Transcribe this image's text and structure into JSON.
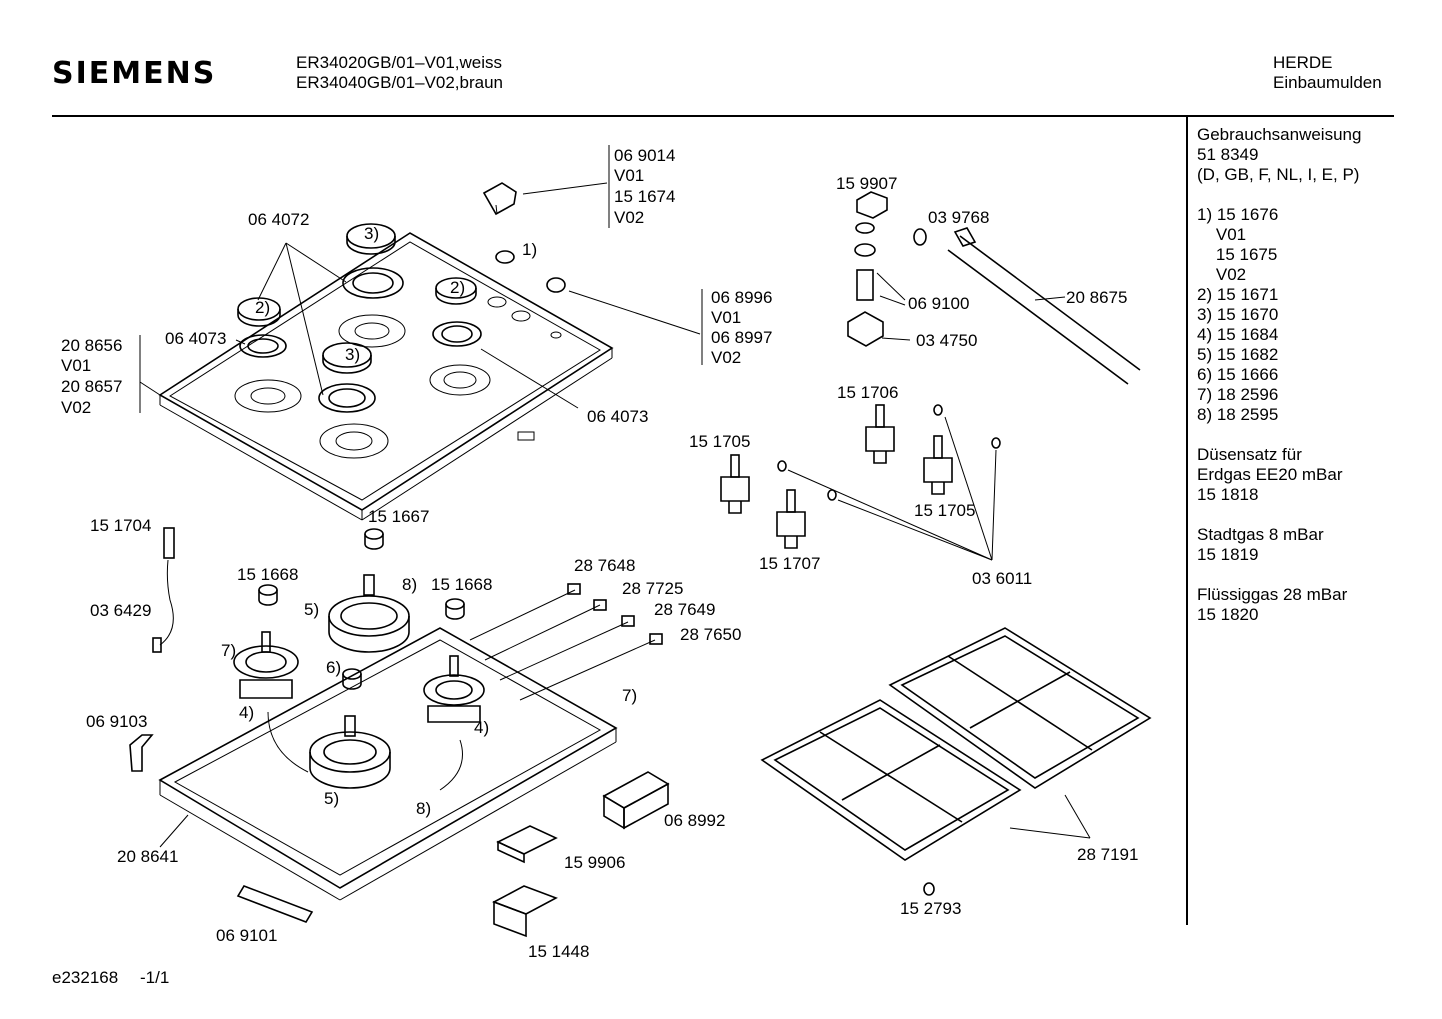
{
  "header": {
    "brand": "SIEMENS",
    "model_line_1": "ER34020GB/01–V01,weiss",
    "model_line_2": "ER34040GB/01–V02,braun",
    "category_line_1": "HERDE",
    "category_line_2": "Einbaumulden"
  },
  "footer": {
    "doc_id": "e232168",
    "page": "-1/1"
  },
  "sidebar": {
    "lines": [
      "Gebrauchsanweisung",
      "51 8349",
      "(D, GB, F, NL, I, E, P)",
      "",
      "1) 15 1676",
      "    V01",
      "    15 1675",
      "    V02",
      "2) 15 1671",
      "3) 15 1670",
      "4) 15 1684",
      "5) 15 1682",
      "6) 15 1666",
      "7) 18 2596",
      "8) 18 2595",
      "",
      "Düsensatz für",
      "Erdgas EE20 mBar",
      "15 1818",
      "",
      "Stadtgas 8 mBar",
      "15 1819",
      "",
      "Flüssiggas 28 mBar",
      "15 1820"
    ]
  },
  "labels": [
    {
      "id": "l1",
      "text": "06 9014"
    },
    {
      "id": "l2",
      "text": "V01"
    },
    {
      "id": "l3",
      "text": "15 1674"
    },
    {
      "id": "l4",
      "text": "V02"
    },
    {
      "id": "l5",
      "text": "06 4072"
    },
    {
      "id": "l6",
      "text": "3)"
    },
    {
      "id": "l7",
      "text": "1)"
    },
    {
      "id": "l8",
      "text": "2)"
    },
    {
      "id": "l9",
      "text": "2)"
    },
    {
      "id": "l10",
      "text": "06 8996"
    },
    {
      "id": "l11",
      "text": "V01"
    },
    {
      "id": "l12",
      "text": "06 8997"
    },
    {
      "id": "l13",
      "text": "V02"
    },
    {
      "id": "l14",
      "text": "20 8656"
    },
    {
      "id": "l15",
      "text": "V01"
    },
    {
      "id": "l16",
      "text": "20 8657"
    },
    {
      "id": "l17",
      "text": "V02"
    },
    {
      "id": "l18",
      "text": "06 4073"
    },
    {
      "id": "l19",
      "text": "3)"
    },
    {
      "id": "l20",
      "text": "06 4073"
    },
    {
      "id": "l21",
      "text": "15 9907"
    },
    {
      "id": "l22",
      "text": "03 9768"
    },
    {
      "id": "l23",
      "text": "06 9100"
    },
    {
      "id": "l24",
      "text": "20 8675"
    },
    {
      "id": "l25",
      "text": "03 4750"
    },
    {
      "id": "l26",
      "text": "15 1706"
    },
    {
      "id": "l27",
      "text": "15 1705"
    },
    {
      "id": "l28",
      "text": "15 1705"
    },
    {
      "id": "l29",
      "text": "15 1707"
    },
    {
      "id": "l30",
      "text": "03 6011"
    },
    {
      "id": "l31",
      "text": "15 1704"
    },
    {
      "id": "l32",
      "text": "15 1667"
    },
    {
      "id": "l33",
      "text": "15 1668"
    },
    {
      "id": "l34",
      "text": "8)"
    },
    {
      "id": "l35",
      "text": "15 1668"
    },
    {
      "id": "l36",
      "text": "28 7648"
    },
    {
      "id": "l37",
      "text": "28 7725"
    },
    {
      "id": "l38",
      "text": "28 7649"
    },
    {
      "id": "l39",
      "text": "28 7650"
    },
    {
      "id": "l40",
      "text": "03 6429"
    },
    {
      "id": "l41",
      "text": "5)"
    },
    {
      "id": "l42",
      "text": "7)"
    },
    {
      "id": "l43",
      "text": "6)"
    },
    {
      "id": "l44",
      "text": "7)"
    },
    {
      "id": "l45",
      "text": "4)"
    },
    {
      "id": "l46",
      "text": "4)"
    },
    {
      "id": "l47",
      "text": "06 9103"
    },
    {
      "id": "l48",
      "text": "5)"
    },
    {
      "id": "l49",
      "text": "8)"
    },
    {
      "id": "l50",
      "text": "06 8992"
    },
    {
      "id": "l51",
      "text": "20 8641"
    },
    {
      "id": "l52",
      "text": "15 9906"
    },
    {
      "id": "l53",
      "text": "28 7191"
    },
    {
      "id": "l54",
      "text": "15 2793"
    },
    {
      "id": "l55",
      "text": "06 9101"
    },
    {
      "id": "l56",
      "text": "15 1448"
    }
  ]
}
